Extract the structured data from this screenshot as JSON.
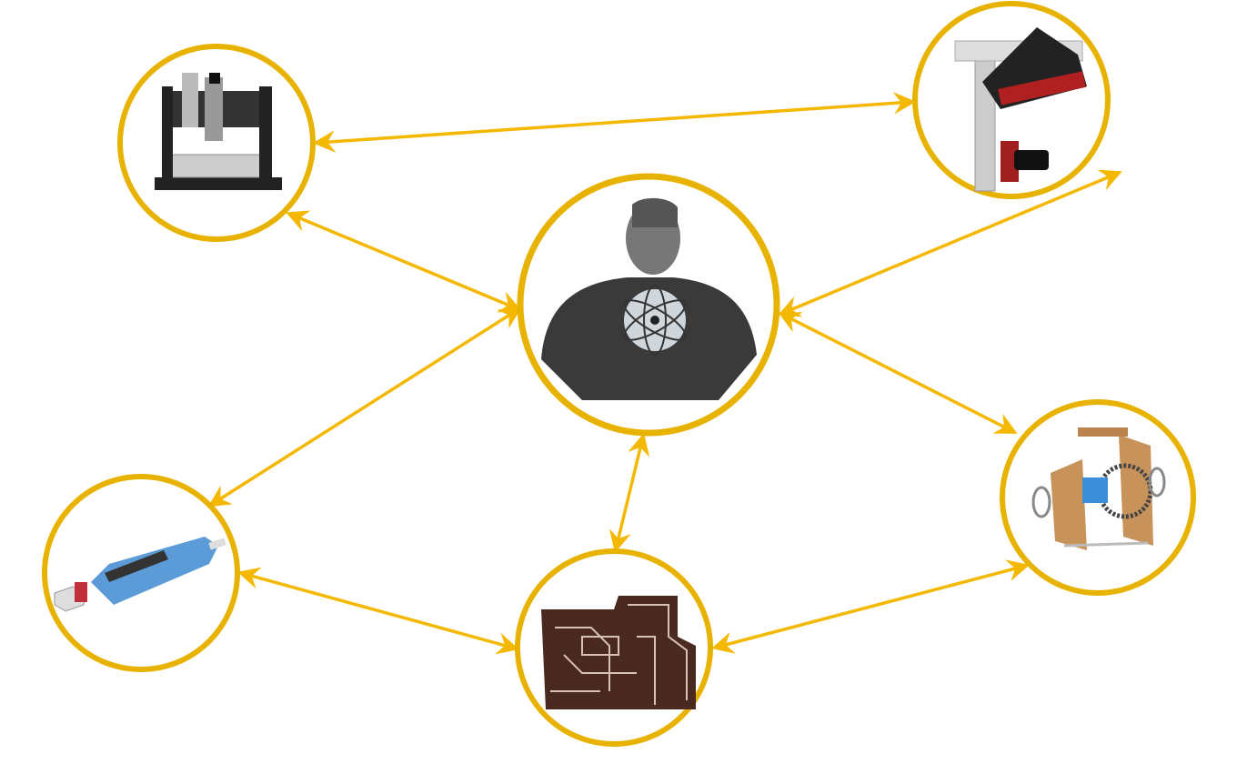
{
  "colors": {
    "ring": "#E8B200",
    "arrow": "#F5B800",
    "background": "#FFFFFF"
  },
  "nodes": [
    {
      "id": "cnc-machine",
      "icon": "cnc-router-icon"
    },
    {
      "id": "camera-rig",
      "icon": "vision-camera-icon"
    },
    {
      "id": "center-figure",
      "icon": "atom-figure-icon"
    },
    {
      "id": "gear-mechanism",
      "icon": "gear-mechanism-icon"
    },
    {
      "id": "actuator",
      "icon": "linear-actuator-icon"
    },
    {
      "id": "pcb",
      "icon": "circuit-board-icon"
    }
  ]
}
